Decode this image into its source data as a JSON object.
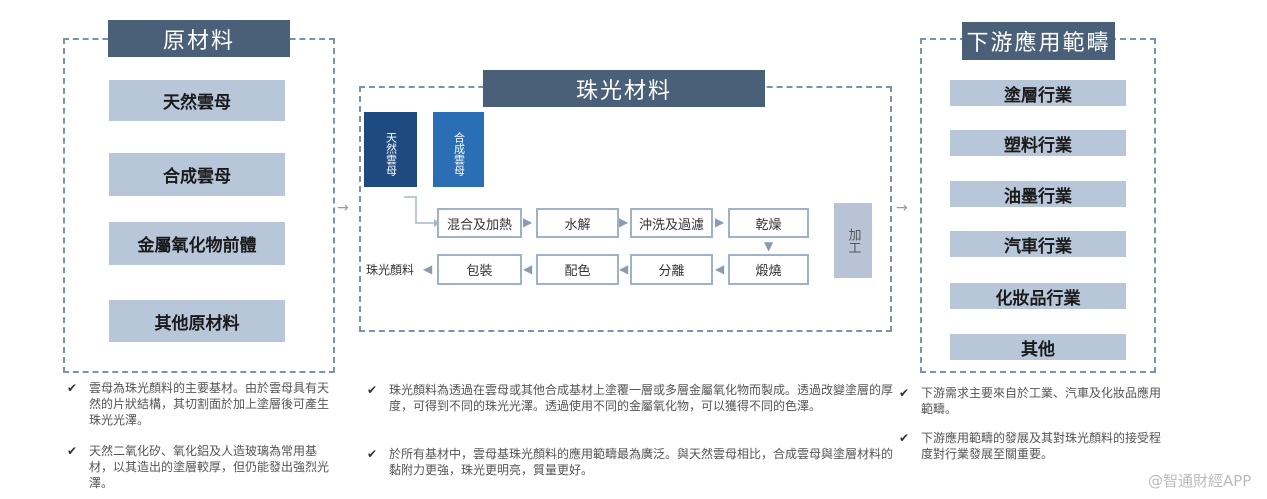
{
  "raw": {
    "title": "原材料",
    "items": [
      "天然雲母",
      "合成雲母",
      "金屬氧化物前體",
      "其他原材料"
    ]
  },
  "pearl": {
    "title": "珠光材料",
    "natural": "天然雲母",
    "synthetic": "合成雲母",
    "row1": [
      "混合及加熱",
      "水解",
      "沖洗及過濾",
      "乾燥"
    ],
    "row2": [
      "包裝",
      "配色",
      "分離",
      "煅燒"
    ],
    "output": "珠光顏料",
    "process": "加工"
  },
  "down": {
    "title": "下游應用範疇",
    "items": [
      "塗層行業",
      "塑料行業",
      "油墨行業",
      "汽車行業",
      "化妝品行業",
      "其他"
    ]
  },
  "notes": {
    "left": [
      "雲母為珠光顏料的主要基材。由於雲母具有天然的片狀結構，其切割面於加上塗層後可產生珠光光澤。",
      "天然二氧化矽、氧化鋁及人造玻璃為常用基材，以其造出的塗層較厚，但仍能發出強烈光澤。"
    ],
    "middle": [
      "珠光顏料為透過在雲母或其他合成基材上塗覆一層或多層金屬氧化物而製成。透過改變塗層的厚度，可得到不同的珠光光澤。透過使用不同的金屬氧化物，可以獲得不同的色澤。",
      "於所有基材中，雲母基珠光顏料的應用範疇最為廣泛。與天然雲母相比，合成雲母與塗層材料的黏附力更強，珠光更明亮，質量更好。"
    ],
    "right": [
      "下游需求主要來自於工業、汽車及化妝品應用範疇。",
      "下游應用範疇的發展及其對珠光顏料的接受程度對行業發展至關重要。"
    ]
  },
  "watermark": "@智通財經APP"
}
